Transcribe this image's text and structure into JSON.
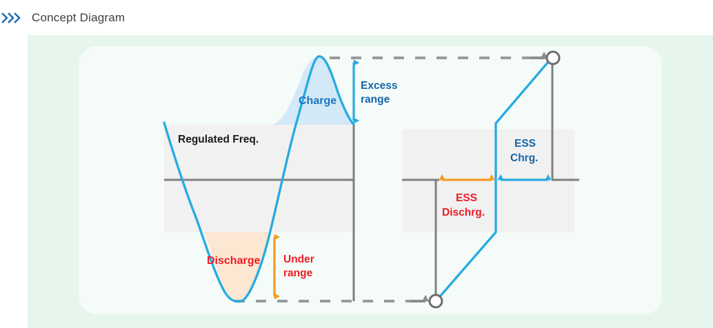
{
  "header": {
    "icon": "double-chevron-right-icon",
    "title": "Concept Diagram"
  },
  "colors": {
    "accent_blue": "#29abe2",
    "label_blue": "#1565a8",
    "charge_blue": "#1a74c4",
    "red": "#ee1c25",
    "orange": "#f59a23",
    "gray_line": "#808080",
    "band_gray": "#f2f1f1",
    "panel_outer": "#e6f6ec",
    "panel_inner": "#f4fbf8",
    "charge_fill": "#d4e9f7",
    "discharge_fill": "#fce7d2",
    "title_text": "#3f3f3f"
  },
  "diagram": {
    "left_chart": {
      "name": "frequency-deviation-chart",
      "band_label": "Regulated Freq.",
      "charge_label": "Charge",
      "discharge_label": "Discharge",
      "excess_range_label": "Excess\nrange",
      "excess_range_line1": "Excess",
      "excess_range_line2": "range",
      "under_range_line1": "Under",
      "under_range_line2": "range"
    },
    "right_chart": {
      "name": "ess-response-chart",
      "ess_charge_line1": "ESS",
      "ess_charge_line2": "Chrg.",
      "ess_discharge_line1": "ESS",
      "ess_discharge_line2": "Dischrg."
    }
  },
  "chart_data": {
    "type": "line",
    "title": "Concept Diagram",
    "xlabel": "",
    "ylabel": "",
    "grid": false,
    "legend": "none",
    "panels": [
      {
        "name": "frequency-deviation",
        "description": "Sinusoidal grid frequency deviating above and below the regulated frequency band.",
        "band": {
          "label": "Regulated Freq.",
          "upper_limit": 1.0,
          "lower_limit": -1.0,
          "center": 0.0
        },
        "reference_lines": [
          {
            "name": "excess-limit-dashed",
            "value": 2.26,
            "style": "dashed"
          },
          {
            "name": "center-line",
            "value": 0.0,
            "style": "solid"
          },
          {
            "name": "under-limit-dashed",
            "value": -2.26,
            "style": "dashed"
          }
        ],
        "series": [
          {
            "name": "grid-frequency",
            "color": "#29abe2",
            "x": [
              0.0,
              0.15,
              0.3,
              0.39,
              0.48,
              0.6,
              0.75,
              0.9,
              1.0
            ],
            "y": [
              1.0,
              -0.55,
              -2.1,
              -2.26,
              -2.05,
              -0.2,
              1.9,
              2.26,
              1.0
            ]
          }
        ],
        "shaded_regions": [
          {
            "name": "charge-area",
            "color": "#d4e9f7",
            "above": 1.0,
            "label": "Charge"
          },
          {
            "name": "discharge-area",
            "color": "#fce7d2",
            "below": -1.0,
            "label": "Discharge"
          }
        ],
        "annotations": [
          {
            "name": "excess-range-arrow",
            "label": "Excess range",
            "color": "#1565a8",
            "from": 2.26,
            "to": 1.0,
            "orientation": "vertical"
          },
          {
            "name": "under-range-arrow",
            "label": "Under range",
            "color": "#ee1c25",
            "arrow_color": "#f59a23",
            "from": -1.0,
            "to": -2.26,
            "orientation": "vertical"
          }
        ]
      },
      {
        "name": "ess-response",
        "description": "ESS power output ramping from full discharge to full charge across the regulation band.",
        "band": {
          "upper_limit": 1.0,
          "lower_limit": -1.0,
          "center": 0.0
        },
        "series": [
          {
            "name": "ess-power",
            "color": "#29abe2",
            "x": [
              0.22,
              0.56,
              0.56,
              0.9,
              0.9
            ],
            "y": [
              -2.26,
              -1.0,
              1.0,
              2.26,
              2.26
            ]
          }
        ],
        "markers": [
          {
            "name": "discharge-endpoint",
            "x": 0.22,
            "y": -2.26,
            "shape": "circle"
          },
          {
            "name": "charge-endpoint",
            "x": 0.9,
            "y": 2.26,
            "shape": "circle"
          }
        ],
        "annotations": [
          {
            "name": "ess-charge-arrow",
            "label": "ESS Chrg.",
            "color": "#1565a8",
            "arrow_color": "#29abe2",
            "orientation": "horizontal"
          },
          {
            "name": "ess-discharge-arrow",
            "label": "ESS Dischrg.",
            "color": "#ee1c25",
            "arrow_color": "#f59a23",
            "orientation": "horizontal"
          }
        ]
      }
    ]
  }
}
